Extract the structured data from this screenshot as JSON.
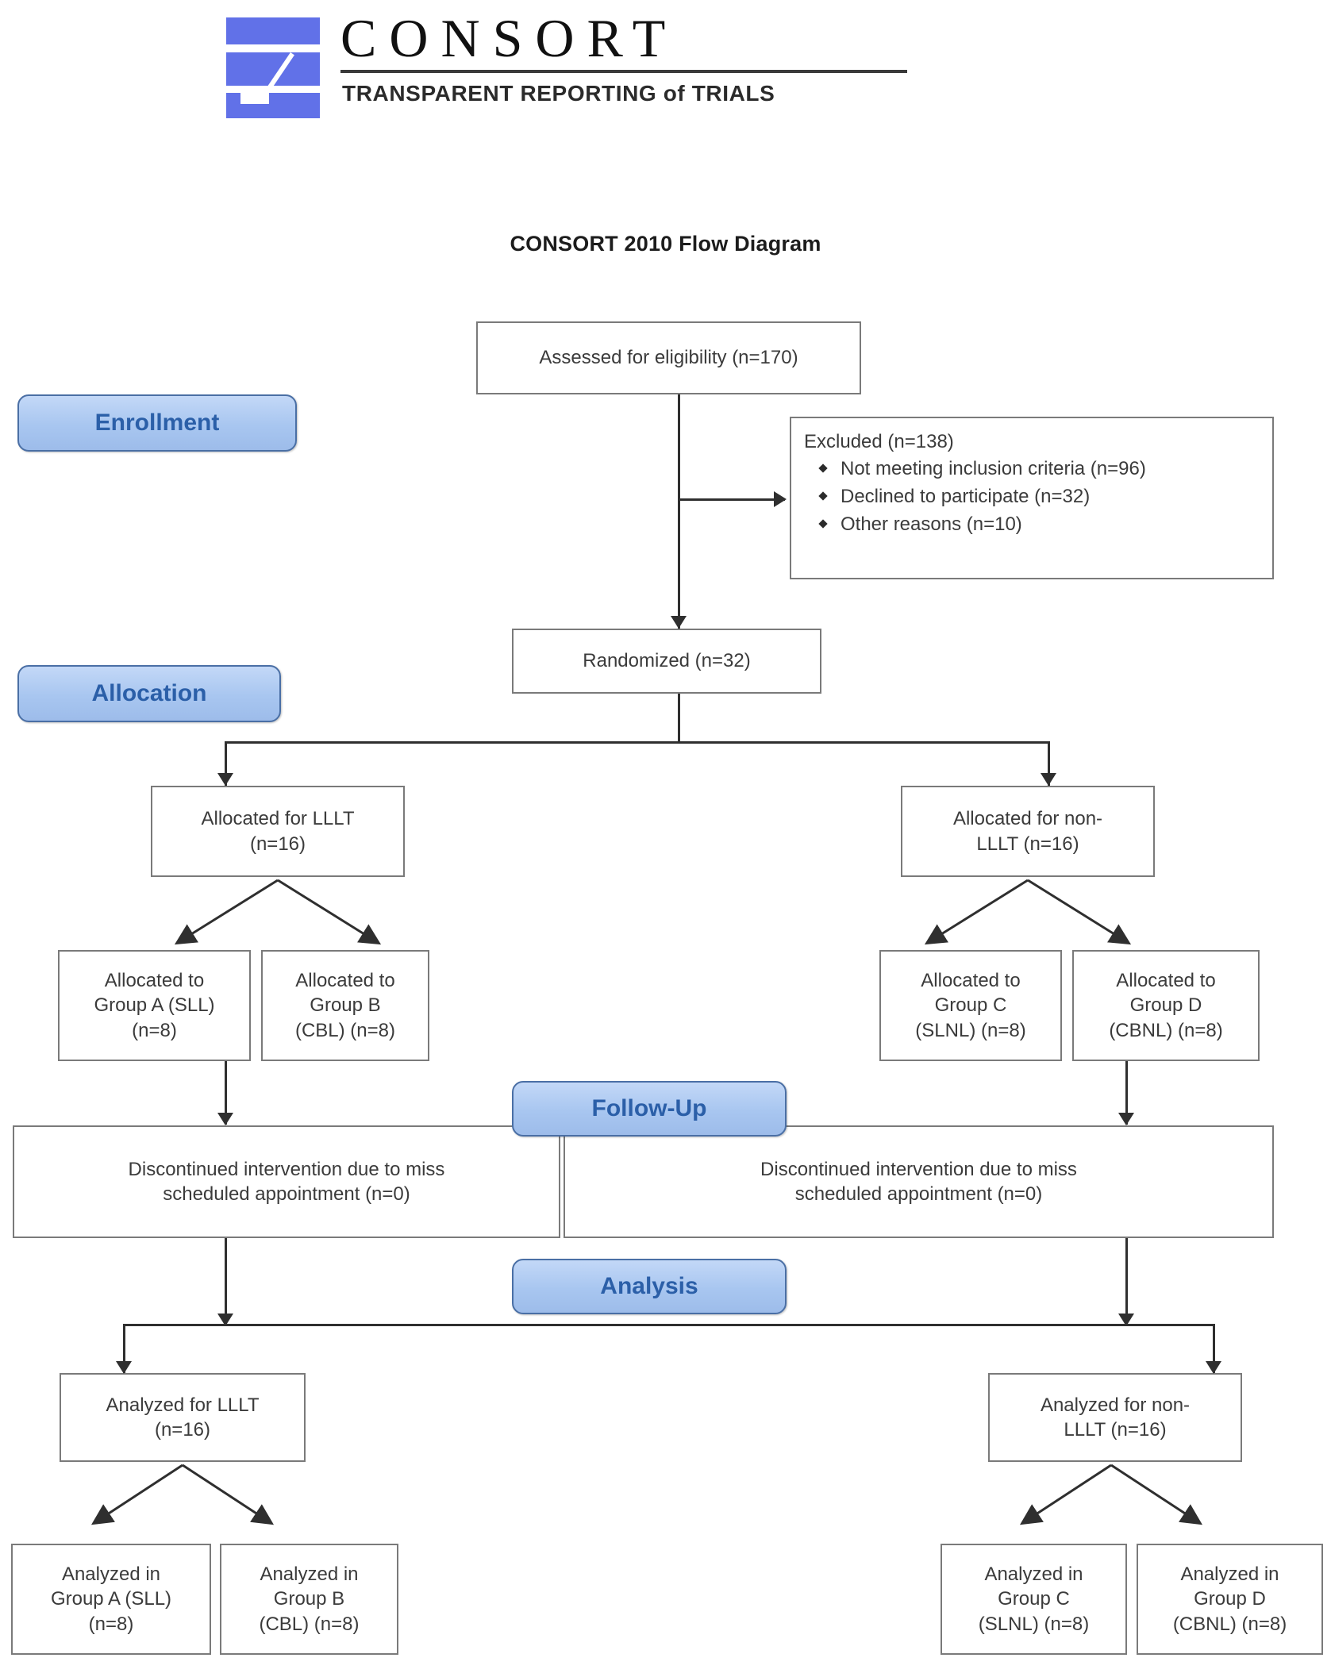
{
  "logo": {
    "wordmark": "CONSORT",
    "tagline": "TRANSPARENT REPORTING of TRIALS",
    "mark_color": "#6171e8"
  },
  "title": "CONSORT 2010 Flow Diagram",
  "stages": {
    "enrollment": "Enrollment",
    "allocation": "Allocation",
    "followup": "Follow-Up",
    "analysis": "Analysis"
  },
  "nodes": {
    "assessed": {
      "line1": "Assessed for eligibility (n=170)"
    },
    "excluded": {
      "heading": "Excluded (n=138)",
      "reasons": [
        "Not meeting inclusion criteria (n=96)",
        "Declined to participate (n=32)",
        "Other reasons (n=10)"
      ]
    },
    "randomized": {
      "line1": "Randomized (n=32)"
    },
    "alloc_lllt": {
      "line1": "Allocated for LLLT",
      "line2": "(n=16)"
    },
    "alloc_nonlllt": {
      "line1": "Allocated for non-",
      "line2": "LLLT (n=16)"
    },
    "alloc_group_a": {
      "line1": "Allocated to",
      "line2": "Group A (SLL)",
      "line3": "(n=8)"
    },
    "alloc_group_b": {
      "line1": "Allocated to",
      "line2": "Group B",
      "line3": "(CBL) (n=8)"
    },
    "alloc_group_c": {
      "line1": "Allocated to",
      "line2": "Group C",
      "line3": "(SLNL) (n=8)"
    },
    "alloc_group_d": {
      "line1": "Allocated to",
      "line2": "Group D",
      "line3": "(CBNL) (n=8)"
    },
    "discont_left": {
      "line1": "Discontinued intervention due to miss",
      "line2": "scheduled appointment (n=0)"
    },
    "discont_right": {
      "line1": "Discontinued intervention due to miss",
      "line2": "scheduled appointment (n=0)"
    },
    "analyzed_lllt": {
      "line1": "Analyzed for LLLT",
      "line2": "(n=16)"
    },
    "analyzed_nonlllt": {
      "line1": "Analyzed for non-",
      "line2": "LLLT (n=16)"
    },
    "analyzed_group_a": {
      "line1": "Analyzed in",
      "line2": "Group A (SLL)",
      "line3": "(n=8)"
    },
    "analyzed_group_b": {
      "line1": "Analyzed in",
      "line2": "Group B",
      "line3": "(CBL) (n=8)"
    },
    "analyzed_group_c": {
      "line1": "Analyzed in",
      "line2": "Group C",
      "line3": "(SLNL) (n=8)"
    },
    "analyzed_group_d": {
      "line1": "Analyzed in",
      "line2": "Group D",
      "line3": "(CBNL) (n=8)"
    }
  },
  "colors": {
    "pill_fill": "#aecbf2",
    "pill_border": "#4a6fa5",
    "pill_text": "#2b5fa8",
    "box_border": "#7a7a7a",
    "connector": "#2f2f2f"
  }
}
